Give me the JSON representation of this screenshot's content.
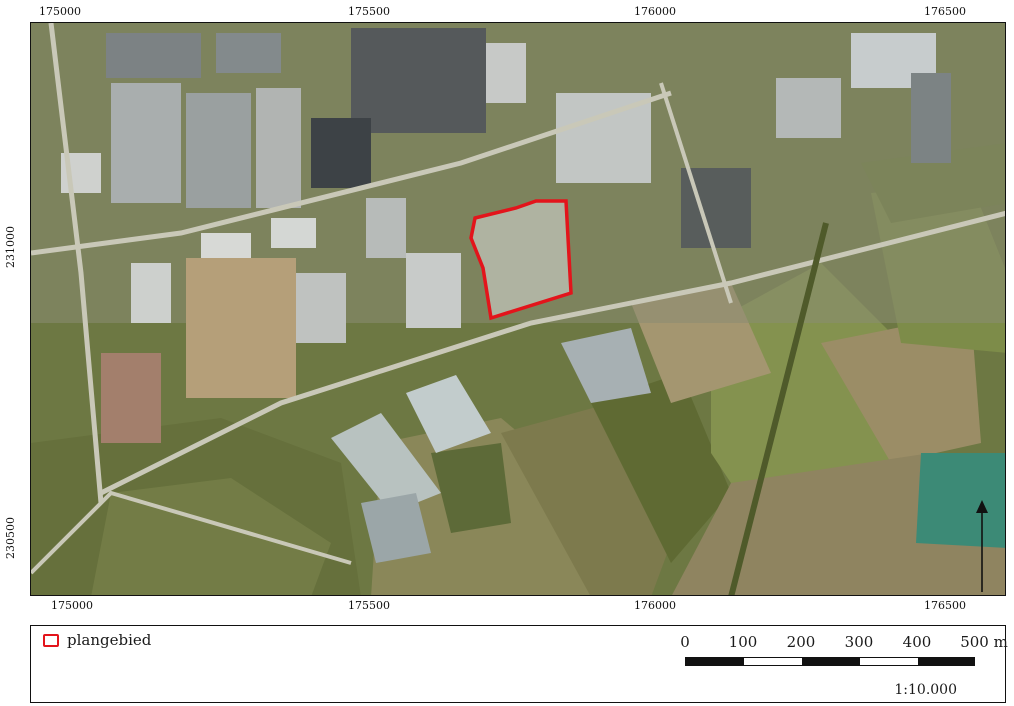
{
  "map": {
    "x_ticks": [
      "175000",
      "175500",
      "176000",
      "176500"
    ],
    "y_ticks": [
      "231000",
      "230500"
    ],
    "plan_area_color": "#e3141b"
  },
  "legend": {
    "plan_area_label": "plangebied",
    "plan_area_color": "#e3141b"
  },
  "scalebar": {
    "labels": [
      "0",
      "100",
      "200",
      "300",
      "400",
      "500 m"
    ],
    "ratio": "1:10.000"
  },
  "icons": {
    "north_arrow": "north-arrow-icon",
    "legend_swatch": "red-outline-square-icon"
  }
}
